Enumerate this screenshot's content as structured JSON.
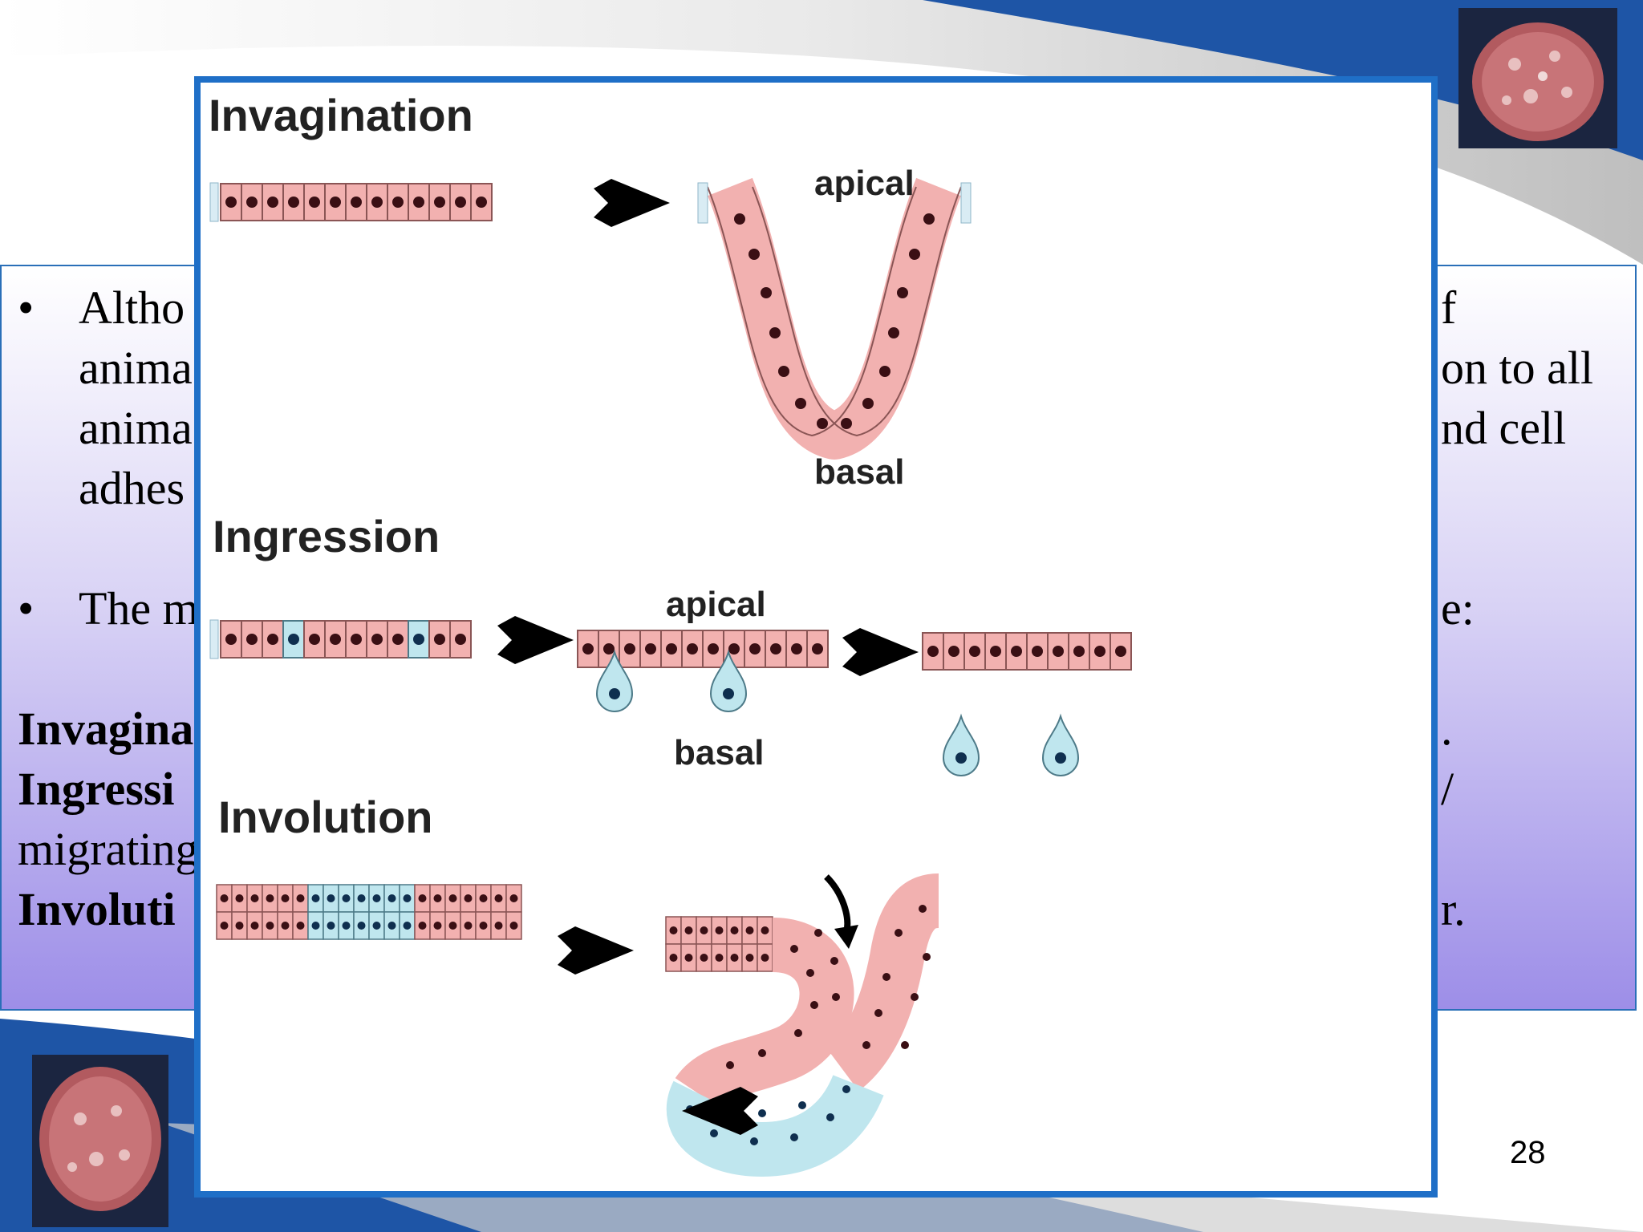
{
  "slide": {
    "page_number": "28",
    "bullets": [
      {
        "lines": [
          "Altho",
          "anima",
          "anima",
          "adhes"
        ],
        "right_lines": [
          "f",
          "on to all",
          "nd cell"
        ]
      },
      {
        "lines": [
          "The m"
        ],
        "right_lines": [
          "e:"
        ]
      }
    ],
    "terms": [
      {
        "term": "Invagina",
        "tail": "."
      },
      {
        "term": "Ingressi",
        "tail": "/"
      },
      {
        "term": "migrating",
        "tail": ""
      },
      {
        "term": "Involuti",
        "tail": "r."
      }
    ]
  },
  "figure": {
    "sections": [
      {
        "title": "Invagination",
        "labels": {
          "top": "apical",
          "bottom": "basal"
        }
      },
      {
        "title": "Ingression",
        "labels": {
          "top": "apical",
          "bottom": "basal"
        }
      },
      {
        "title": "Involution"
      }
    ]
  },
  "colors": {
    "frame_blue": "#1f6fc7",
    "cell_pink": "#f2b1b0",
    "cell_blue": "#bfe6ee",
    "nucleus": "#3a0f14",
    "nucleus_blue": "#0f2f4f"
  },
  "icons": [
    "embryo-thumbnail-image",
    "arrow-icon"
  ]
}
